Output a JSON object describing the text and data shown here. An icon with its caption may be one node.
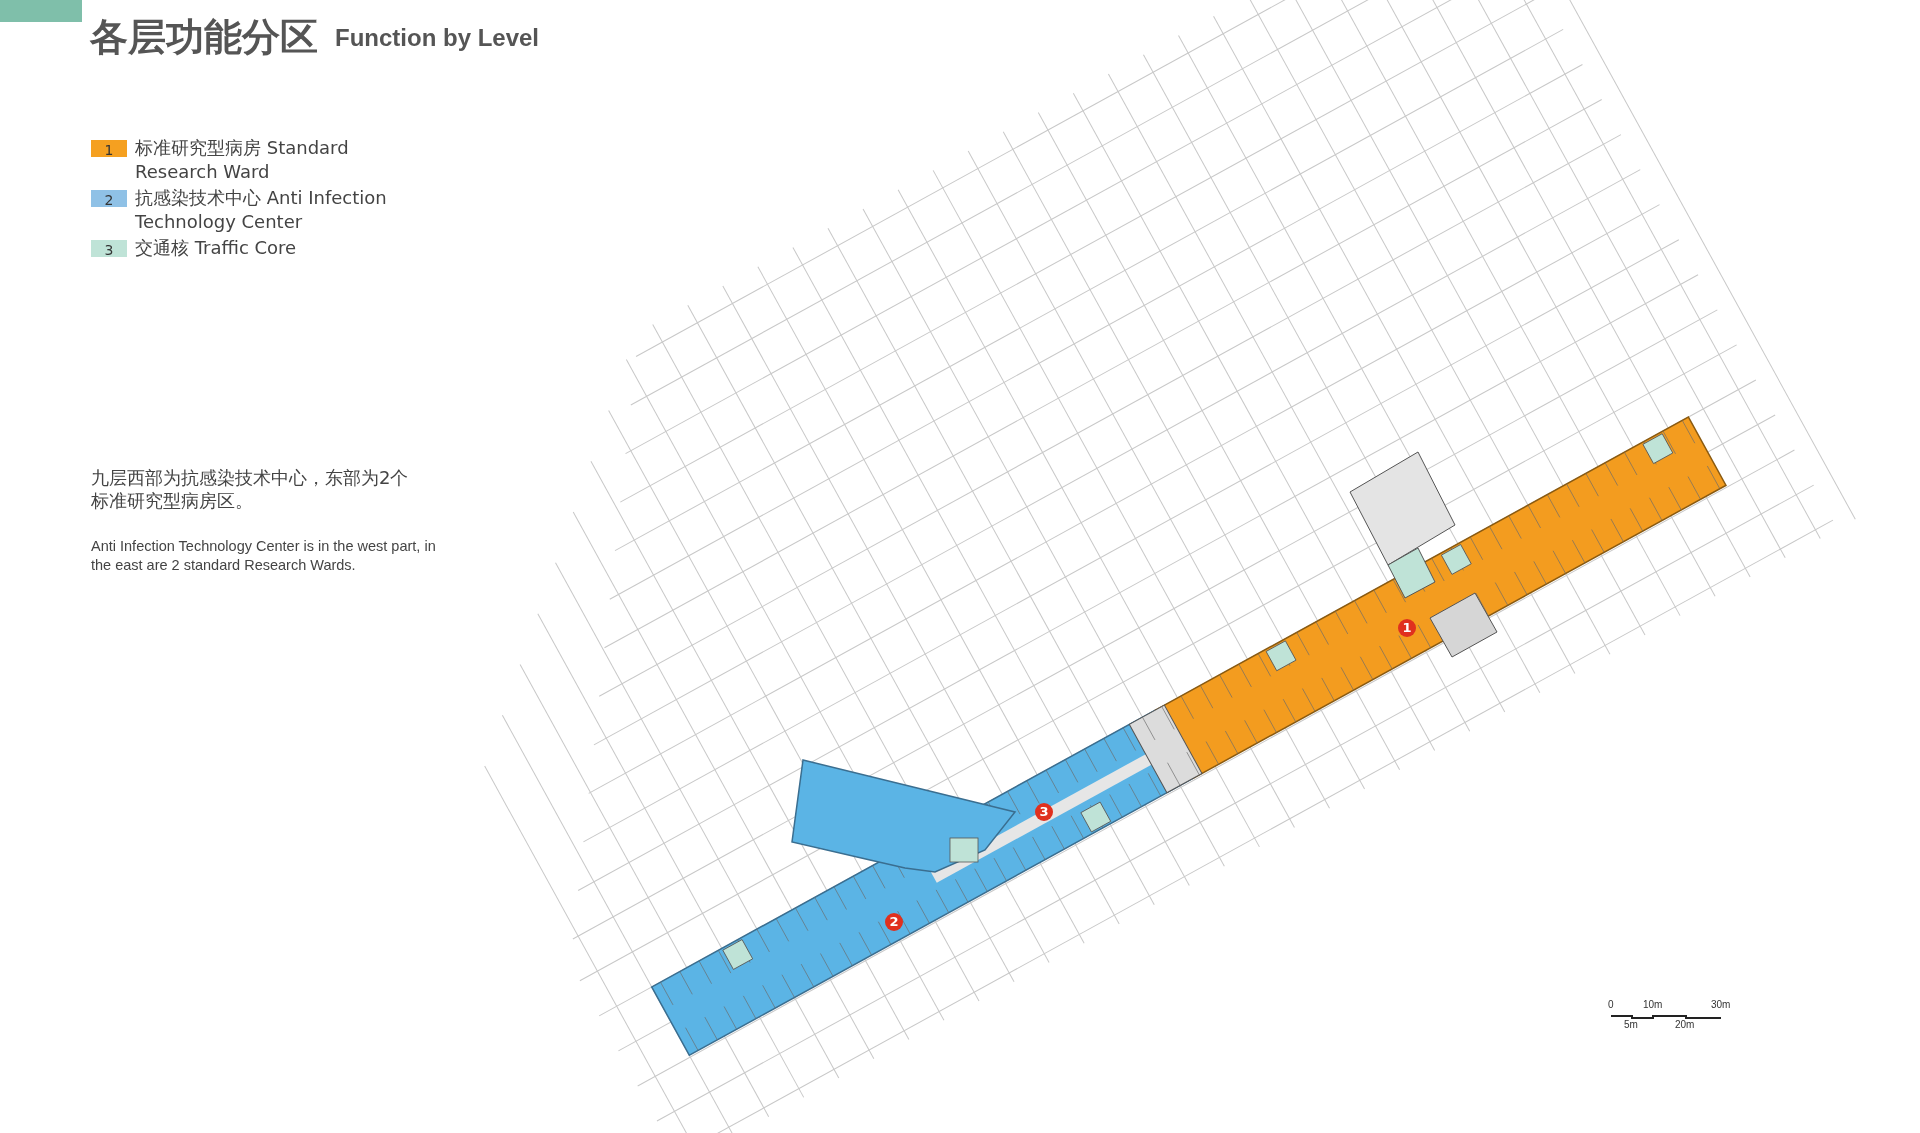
{
  "diagram": {
    "title": "各层功能分区",
    "labels": [
      "Function by Level",
      "1",
      "2",
      "3",
      "九层西部为抗感染技术中心，东部为2个标准研究型病房区。",
      "Anti Infection Technology Center is in the west part, in the east are 2 standard Research Wards.",
      "1",
      "3",
      "2",
      "0",
      "10m",
      "30m",
      "5m",
      "20m"
    ],
    "legend": [
      {
        "text": "标准研究型病房 Standard Research Ward",
        "color": "#f5a020"
      },
      {
        "text": "抗感染技术中心 Anti Infection Technology Center",
        "color": "#8fc1e6"
      },
      {
        "text": "交通核 Traffic Core",
        "color": "#bfe3d7"
      }
    ]
  }
}
